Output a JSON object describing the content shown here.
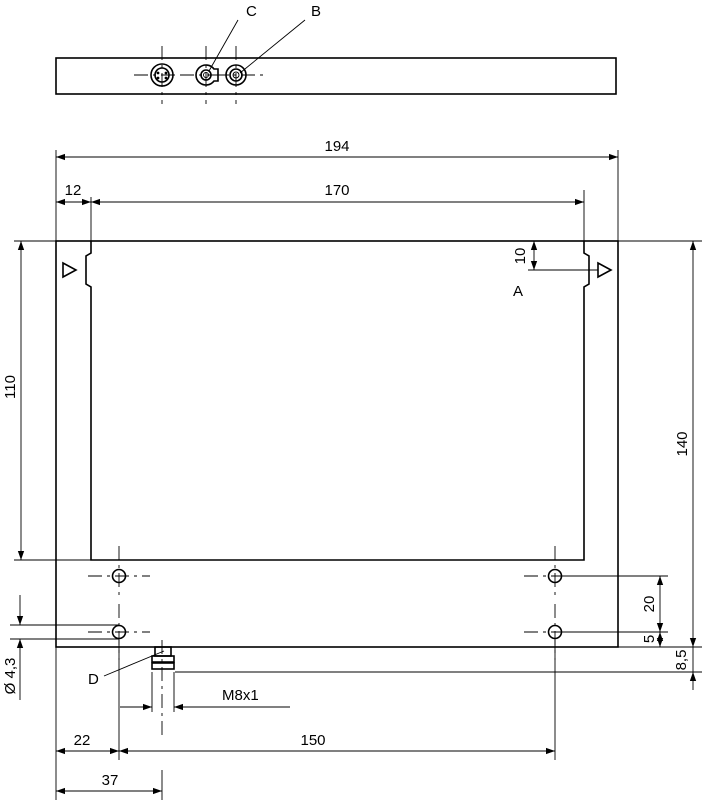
{
  "callouts": {
    "a": "A",
    "b": "B",
    "c": "C",
    "d": "D"
  },
  "dimensions": {
    "overall_width": "194",
    "inner_width": "170",
    "left_offset": "12",
    "notch_depth": "10",
    "inner_height": "110",
    "overall_height": "140",
    "hole_pitch_vertical": "20",
    "hole_bottom_offset": "5",
    "connector_offset": "8,5",
    "hole_diameter": "Ø 4,3",
    "connector_thread": "M8x1",
    "hole_left_offset": "22",
    "hole_pitch_horizontal": "150",
    "connector_position": "37"
  }
}
